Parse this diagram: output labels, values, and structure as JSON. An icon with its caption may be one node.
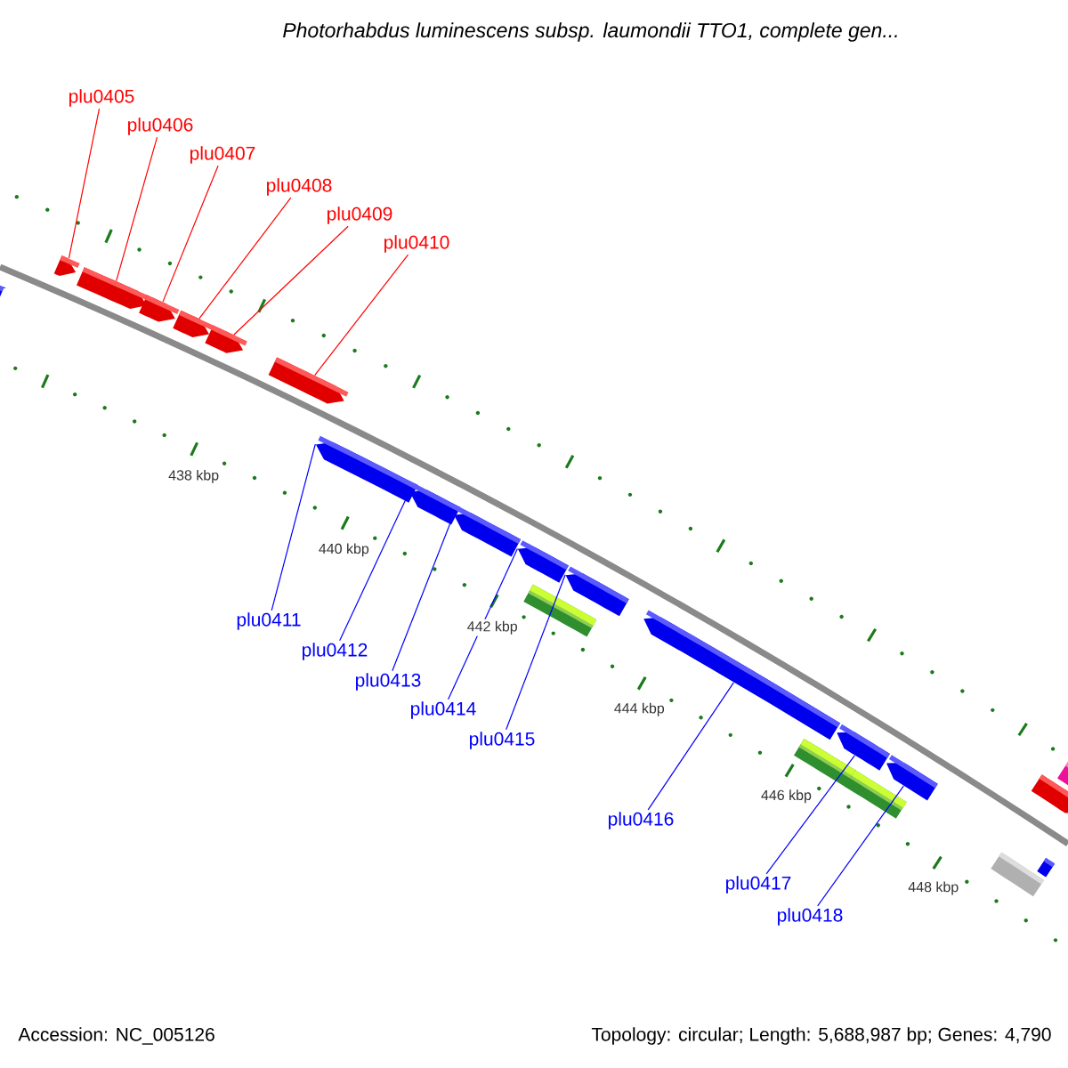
{
  "diagram": {
    "title": "Photorhabdus luminescens subsp. laumondii TTO1, complete gen...",
    "nodes": [
      {
        "text": [
          "plu0405"
        ]
      },
      {
        "text": [
          "plu0406"
        ]
      },
      {
        "text": [
          "plu0407"
        ]
      },
      {
        "text": [
          "plu0408"
        ]
      },
      {
        "text": [
          "plu0409"
        ]
      },
      {
        "text": [
          "plu0410"
        ]
      },
      {
        "text": [
          "plu0411"
        ]
      },
      {
        "text": [
          "plu0412"
        ]
      },
      {
        "text": [
          "plu0413"
        ]
      },
      {
        "text": [
          "plu0414"
        ]
      },
      {
        "text": [
          "plu0415"
        ]
      },
      {
        "text": [
          "plu0416"
        ]
      },
      {
        "text": [
          "plu0417"
        ]
      },
      {
        "text": [
          "plu0418"
        ]
      },
      {
        "text": [],
        "shape": "arrow"
      },
      {
        "text": [],
        "shape": "arrow"
      },
      {
        "text": [],
        "shape": "arrow"
      },
      {
        "text": [],
        "shape": "arrow"
      },
      {
        "text": [],
        "shape": "arrow"
      },
      {
        "text": [],
        "shape": "arrow"
      },
      {
        "text": [],
        "shape": "arrow"
      },
      {
        "text": [],
        "shape": "arrow"
      },
      {
        "text": [],
        "shape": "arrow"
      },
      {
        "text": [],
        "shape": "arrow"
      },
      {
        "text": [],
        "shape": "arrow"
      },
      {
        "text": [],
        "shape": "bar"
      },
      {
        "text": [],
        "shape": "arrow"
      },
      {
        "text": [],
        "shape": "arrow"
      },
      {
        "text": [],
        "shape": "bar"
      },
      {
        "text": [],
        "shape": "arrow"
      },
      {
        "text": [],
        "shape": "bar"
      },
      {
        "text": [],
        "shape": "arrow"
      },
      {
        "text": [],
        "shape": "arrow"
      },
      {
        "text": [],
        "shape": "bar"
      },
      {
        "text": [],
        "shape": "bar"
      },
      {
        "text": [],
        "shape": "bar"
      }
    ],
    "edges": [
      {
        "from": 0,
        "to": 15,
        "arrow": "none",
        "color": "#ff0000"
      },
      {
        "from": 1,
        "to": 16,
        "arrow": "none",
        "color": "#ff0000"
      },
      {
        "from": 2,
        "to": 17,
        "arrow": "none",
        "color": "#ff0000"
      },
      {
        "from": 3,
        "to": 18,
        "arrow": "none",
        "color": "#ff0000"
      },
      {
        "from": 4,
        "to": 19,
        "arrow": "none",
        "color": "#ff0000"
      },
      {
        "from": 5,
        "to": 20,
        "arrow": "none",
        "color": "#ff0000"
      },
      {
        "from": 6,
        "to": 21,
        "arrow": "none",
        "color": "#0000ff"
      },
      {
        "from": 7,
        "to": 22,
        "arrow": "none",
        "color": "#0000ff"
      },
      {
        "from": 8,
        "to": 23,
        "arrow": "none",
        "color": "#0000ff"
      },
      {
        "from": 9,
        "to": 24,
        "arrow": "none",
        "color": "#0000ff"
      },
      {
        "from": 10,
        "to": 26,
        "arrow": "none",
        "color": "#0000ff"
      },
      {
        "from": 11,
        "to": 27,
        "arrow": "none",
        "color": "#0000ff"
      },
      {
        "from": 12,
        "to": 29,
        "arrow": "none",
        "color": "#0000ff"
      },
      {
        "from": 13,
        "to": 31,
        "arrow": "none",
        "color": "#0000ff"
      }
    ],
    "labels": [
      "438 kbp",
      "440 kbp",
      "442 kbp",
      "444 kbp",
      "446 kbp",
      "448 kbp",
      "Accession: NC_005126",
      "Topology: circular; Length: 5,688,987 bp; Genes: 4,790"
    ]
  }
}
